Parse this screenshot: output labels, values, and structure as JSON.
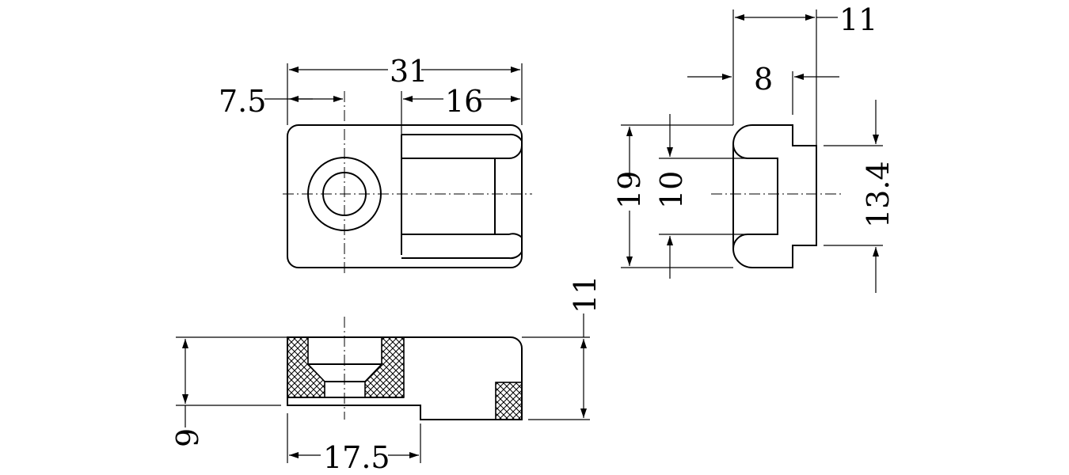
{
  "title": "",
  "top_view": {
    "dim_overall_width": "31",
    "dim_hole_offset": "7.5",
    "dim_slot_width": "16"
  },
  "side_view": {
    "dim_total_depth": "11",
    "dim_inner_depth": "8",
    "dim_total_height": "19",
    "dim_slot_height": "10",
    "dim_step_height": "13.4"
  },
  "section_view": {
    "dim_total_height": "11",
    "dim_base_height": "9",
    "dim_step_length": "17.5"
  }
}
